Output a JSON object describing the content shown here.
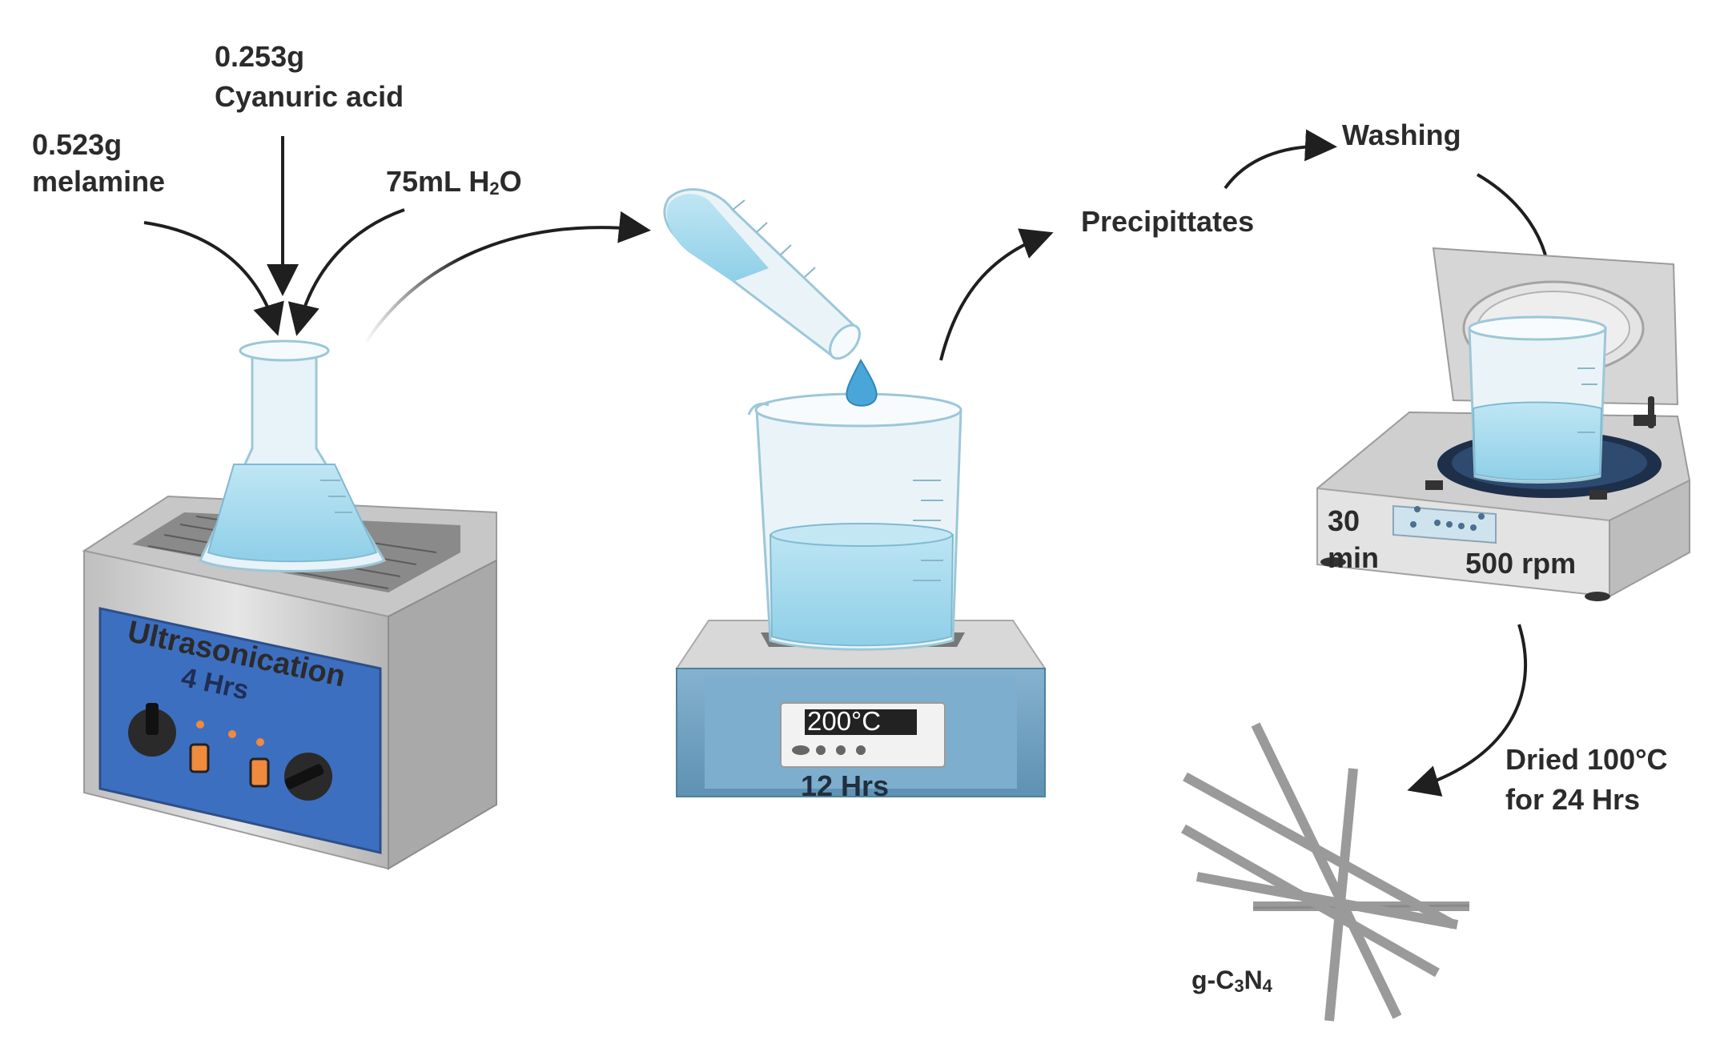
{
  "ingredients": {
    "melamine_amount": "0.523g",
    "melamine_name": "melamine",
    "cyanuric_amount": "0.253g",
    "cyanuric_name": "Cyanuric acid",
    "water_prefix": "75mL H",
    "water_sub": "2",
    "water_suffix": "O"
  },
  "bath": {
    "label": "Ultrasonication",
    "duration": "4 Hrs"
  },
  "hotplate": {
    "display": "200°C",
    "duration": "12 Hrs"
  },
  "steps": {
    "precipitate": "Precipittates",
    "washing": "Washing"
  },
  "centrifuge": {
    "time_value": "30",
    "time_unit": "min",
    "speed": "500 rpm"
  },
  "drying": {
    "line1": "Dried 100°C",
    "line2": "for 24 Hrs"
  },
  "product": {
    "prefix": "g-C",
    "sub1": "3",
    "mid": "N",
    "sub2": "4"
  },
  "colors": {
    "text": "#2b2b2b",
    "arrow": "#1f1f1f",
    "liquid": "#a9dcef",
    "glass": "#e4f2f8",
    "bath_panel": "#3d6fc0",
    "metal": "#c9c9c9",
    "hotplate": "#6e9fbe",
    "rods": "#9a9a9a"
  }
}
